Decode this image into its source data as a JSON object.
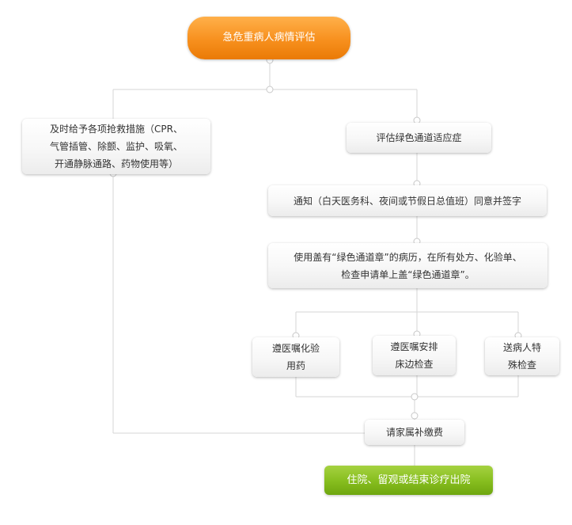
{
  "flow": {
    "start": "急危重病人病情评估",
    "rescue": [
      "及时给予各项抢救措施（CPR、",
      "气管插管、除颤、监护、吸氧、",
      "开通静脉通路、药物使用等）"
    ],
    "assess": "评估绿色通道适应症",
    "notify": "通知（白天医务科、夜间或节假日总值班）同意并签字",
    "stamp": [
      "使用盖有“绿色通道章”的病历，在所有处方、化验单、",
      "检查申请单上盖“绿色通道章”。"
    ],
    "branch_meds": [
      "遵医嘱化验",
      "用药"
    ],
    "branch_bedside": [
      "遵医嘱安排",
      "床边检查"
    ],
    "branch_special": [
      "送病人特",
      "殊检查"
    ],
    "payment": "请家属补缴费",
    "end": "住院、留观或结束诊疗出院"
  },
  "colors": {
    "start_fill": "#f7901e",
    "end_fill": "#86bd1e",
    "connector": "#d6d6d6",
    "text": "#333333"
  }
}
